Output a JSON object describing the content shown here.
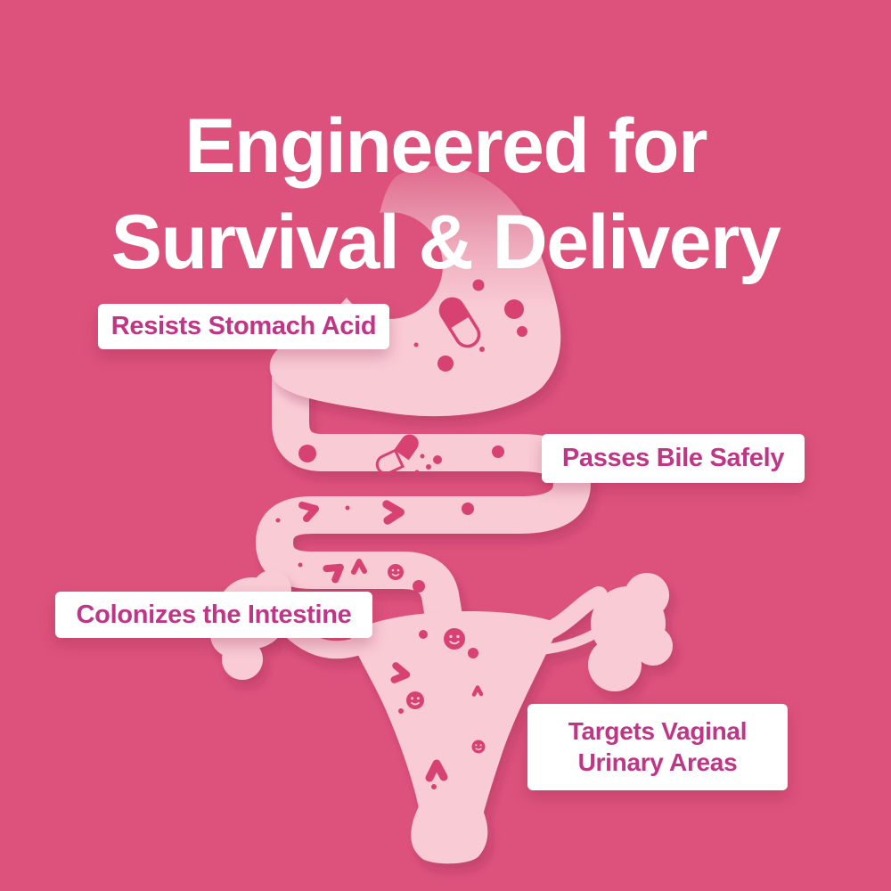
{
  "title": {
    "line1": "Engineered for",
    "line2": "Survival & Delivery"
  },
  "callouts": [
    {
      "id": "stomach",
      "text": "Resists Stomach Acid"
    },
    {
      "id": "bile",
      "text": "Passes Bile Safely"
    },
    {
      "id": "intestine",
      "text": "Colonizes the Intestine"
    },
    {
      "id": "vaginal",
      "text": "Targets Vaginal Urinary Areas",
      "line1": "Targets Vaginal",
      "line2": "Urinary Areas"
    }
  ],
  "colors": {
    "background": "#dc527c",
    "organ_fill": "#f9cbd5",
    "accent": "#d84273",
    "label_background": "#ffffff",
    "label_text": "#c03687",
    "title_text": "#ffffff"
  },
  "illustration": {
    "organs": [
      "stomach",
      "small-intestine",
      "uterus-with-ovaries"
    ],
    "icons": [
      "capsule-icon",
      "open-capsule-icon",
      "probiotic-dot",
      "bacteria-icon",
      "caret-bacteria-icon",
      "smiley-bacteria-icon"
    ]
  }
}
